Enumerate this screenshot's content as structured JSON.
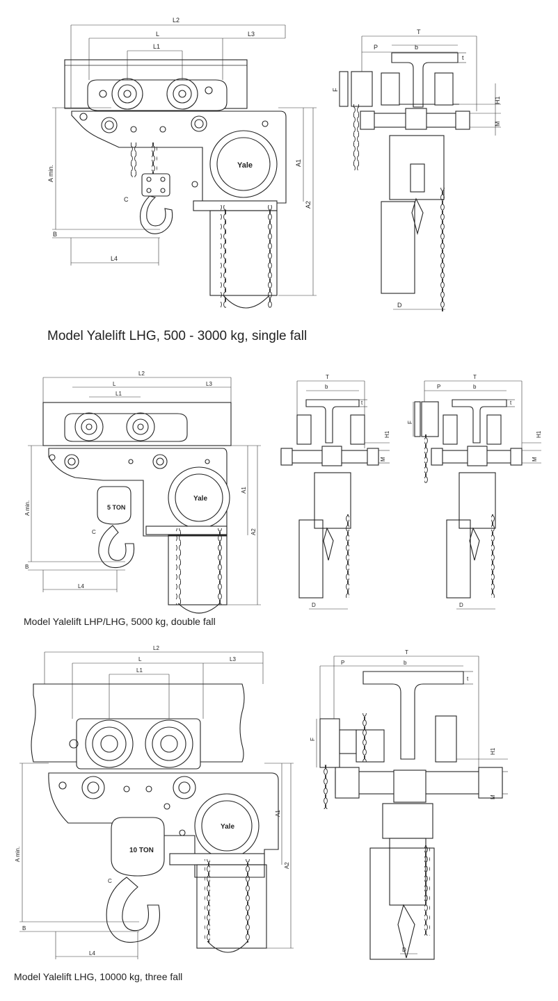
{
  "captions": {
    "single_fall": "Model Yalelift LHG, 500 - 3000 kg, single fall",
    "double_fall": "Model Yalelift LHP/LHG, 5000 kg, double fall",
    "three_fall": "Model Yalelift LHG, 10000 kg, three fall"
  },
  "dimension_labels": {
    "L2": "L2",
    "L": "L",
    "L1": "L1",
    "L3": "L3",
    "L4": "L4",
    "A_min": "A min.",
    "A1": "A1",
    "A2": "A2",
    "B": "B",
    "C": "C",
    "T": "T",
    "P": "P",
    "b": "b",
    "t": "t",
    "F": "F",
    "H1": "H1",
    "M": "M",
    "D": "D"
  },
  "brand_text": "Yale",
  "block_labels": {
    "five_ton": "5 TON",
    "ten_ton": "10 TON"
  },
  "colors": {
    "line": "#222222",
    "background": "#ffffff"
  }
}
